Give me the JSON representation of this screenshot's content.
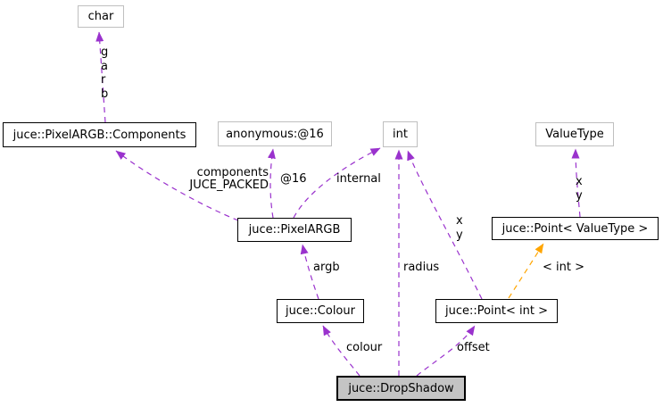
{
  "colors": {
    "edge_purple": "#9a32cd",
    "edge_orange": "#ffa500",
    "class_border": "#000000",
    "plain_border": "#bfbfbf",
    "node_fill": "#ffffff",
    "focus_fill": "#c4c4c4",
    "text_color": "#000000",
    "bg": "#ffffff"
  },
  "nodes": [
    {
      "id": "char",
      "label": "char"
    },
    {
      "id": "components",
      "label": "juce::PixelARGB::Components"
    },
    {
      "id": "anonymous",
      "label": "anonymous:@16"
    },
    {
      "id": "int",
      "label": "int"
    },
    {
      "id": "valuetype",
      "label": "ValueType"
    },
    {
      "id": "pixelargb",
      "label": "juce::PixelARGB"
    },
    {
      "id": "point_valuetype",
      "label": "juce::Point< ValueType >"
    },
    {
      "id": "colour",
      "label": "juce::Colour"
    },
    {
      "id": "point_int",
      "label": "juce::Point< int >"
    },
    {
      "id": "dropshadow",
      "label": "juce::DropShadow"
    }
  ],
  "edge_labels": {
    "garb": [
      "g",
      "a",
      "r",
      "b"
    ],
    "components_packed": [
      "components",
      "JUCE_PACKED"
    ],
    "at16": "@16",
    "internal": "internal",
    "argb": "argb",
    "radius": "radius",
    "xy_int": [
      "x",
      "y"
    ],
    "xy_valuetype": [
      "x",
      "y"
    ],
    "colour": "colour",
    "offset": "offset",
    "template_int": "< int >"
  }
}
